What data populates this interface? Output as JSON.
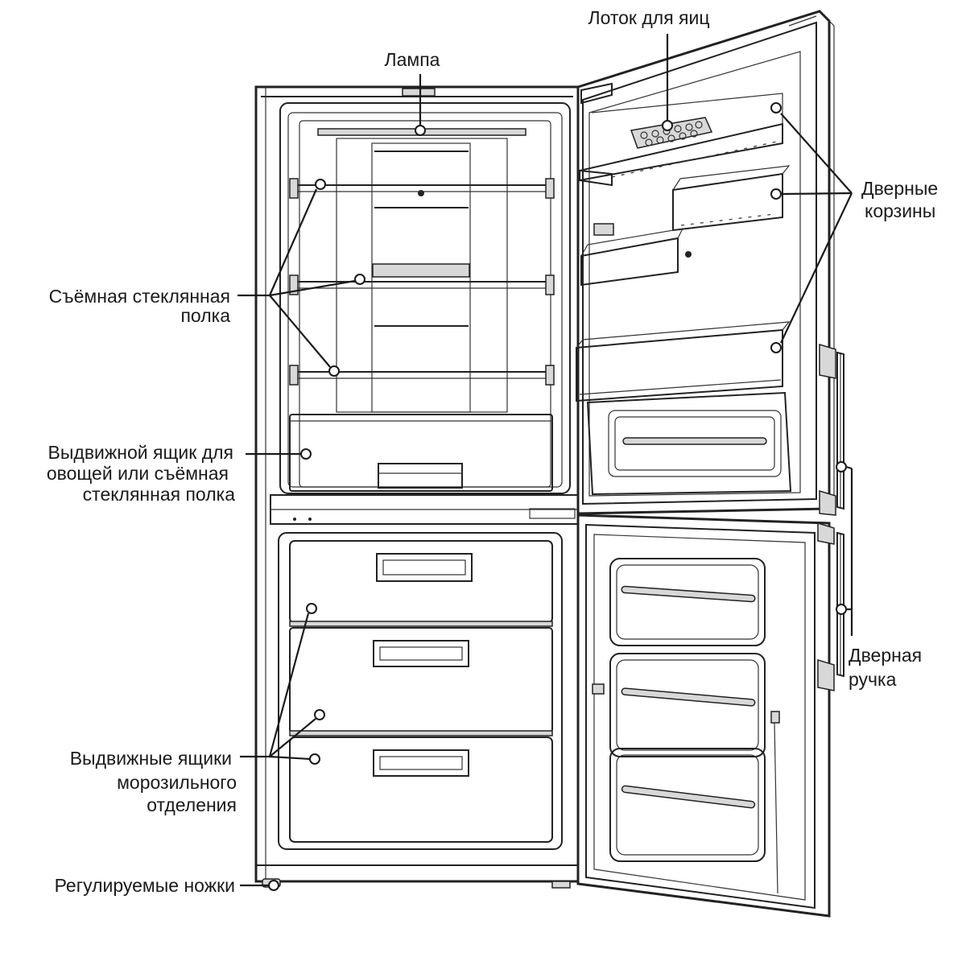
{
  "labels": {
    "egg_tray": "Лоток для яиц",
    "lamp": "Лампа",
    "door_bins_1": "Дверные",
    "door_bins_2": "корзины",
    "glass_shelf_1": "Съёмная стеклянная",
    "glass_shelf_2": "полка",
    "crisper_1": "Выдвижной ящик для",
    "crisper_2": "овощей или съёмная",
    "crisper_3": "стеклянная полка",
    "handle_1": "Дверная",
    "handle_2": "ручка",
    "freezer_1": "Выдвижные ящики",
    "freezer_2": "морозильного",
    "freezer_3": "отделения",
    "feet": "Регулируемые ножки"
  }
}
